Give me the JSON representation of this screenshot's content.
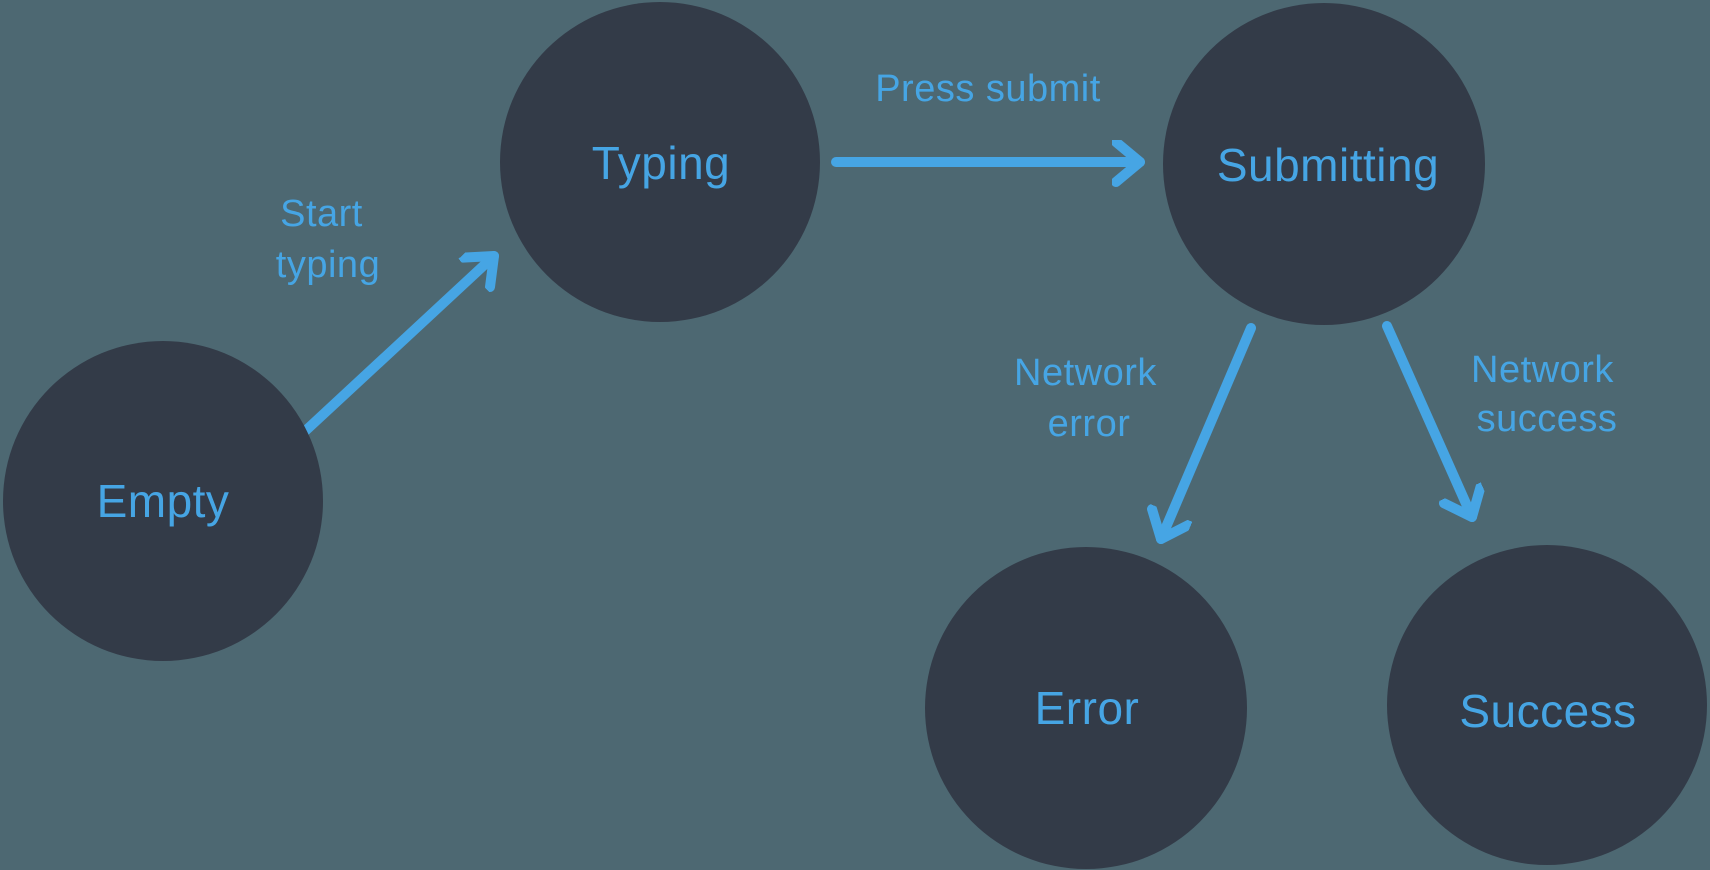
{
  "colors": {
    "background": "#4d6872",
    "node": "#333b48",
    "accent": "#46a5e4"
  },
  "nodes": [
    {
      "id": "empty",
      "label": "Empty"
    },
    {
      "id": "typing",
      "label": "Typing"
    },
    {
      "id": "submitting",
      "label": "Submitting"
    },
    {
      "id": "error",
      "label": "Error"
    },
    {
      "id": "success",
      "label": "Success"
    }
  ],
  "edges": [
    {
      "id": "start-typing",
      "from": "empty",
      "to": "typing",
      "label": "Start typing",
      "label_lines": [
        "Start",
        "typing"
      ]
    },
    {
      "id": "press-submit",
      "from": "typing",
      "to": "submitting",
      "label": "Press submit",
      "label_lines": [
        "Press submit"
      ]
    },
    {
      "id": "network-error",
      "from": "submitting",
      "to": "error",
      "label": "Network error",
      "label_lines": [
        "Network",
        "error"
      ]
    },
    {
      "id": "network-success",
      "from": "submitting",
      "to": "success",
      "label": "Network success",
      "label_lines": [
        "Network",
        "success"
      ]
    }
  ]
}
